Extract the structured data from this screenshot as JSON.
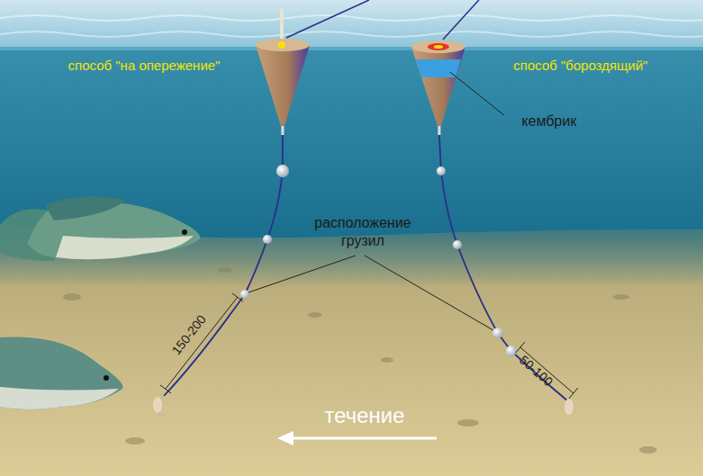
{
  "diagram": {
    "labels": [
      "способ \"на опережение\"",
      "способ \"бороздящий\"",
      "кембрик",
      "расположение грузил",
      "150-200",
      "50-100",
      "течение"
    ]
  }
}
